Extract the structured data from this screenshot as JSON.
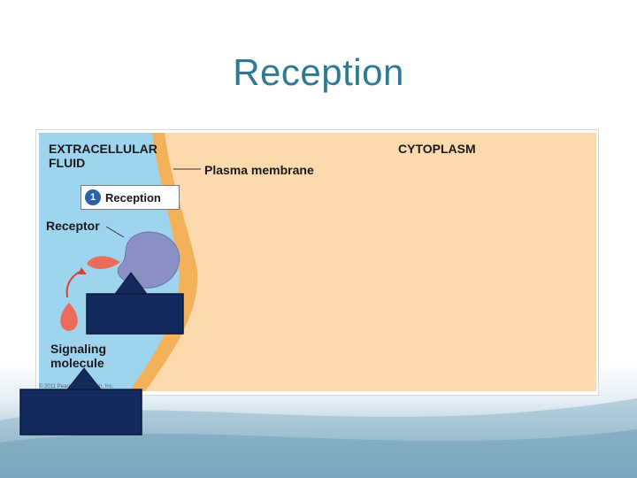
{
  "slide": {
    "title": "Reception"
  },
  "figure": {
    "extracellular_label_1": "EXTRACELLULAR",
    "extracellular_label_2": "FLUID",
    "cytoplasm_label": "CYTOPLASM",
    "plasma_membrane_label": "Plasma membrane",
    "step_number": "1",
    "step_label": "Reception",
    "receptor_label": "Receptor",
    "signaling_label_1": "Signaling",
    "signaling_label_2": "molecule",
    "copyright": "© 2011 Pearson Education, Inc."
  },
  "colors": {
    "title": "#2e7a96",
    "extracellular": "#9fd4ef",
    "membrane": "#f3b15a",
    "cytoplasm": "#fdd9ae",
    "receptor": "#8a8fc4",
    "signaling_molecule": "#ea6b5a",
    "overlay_arrows": "#142a5e"
  }
}
